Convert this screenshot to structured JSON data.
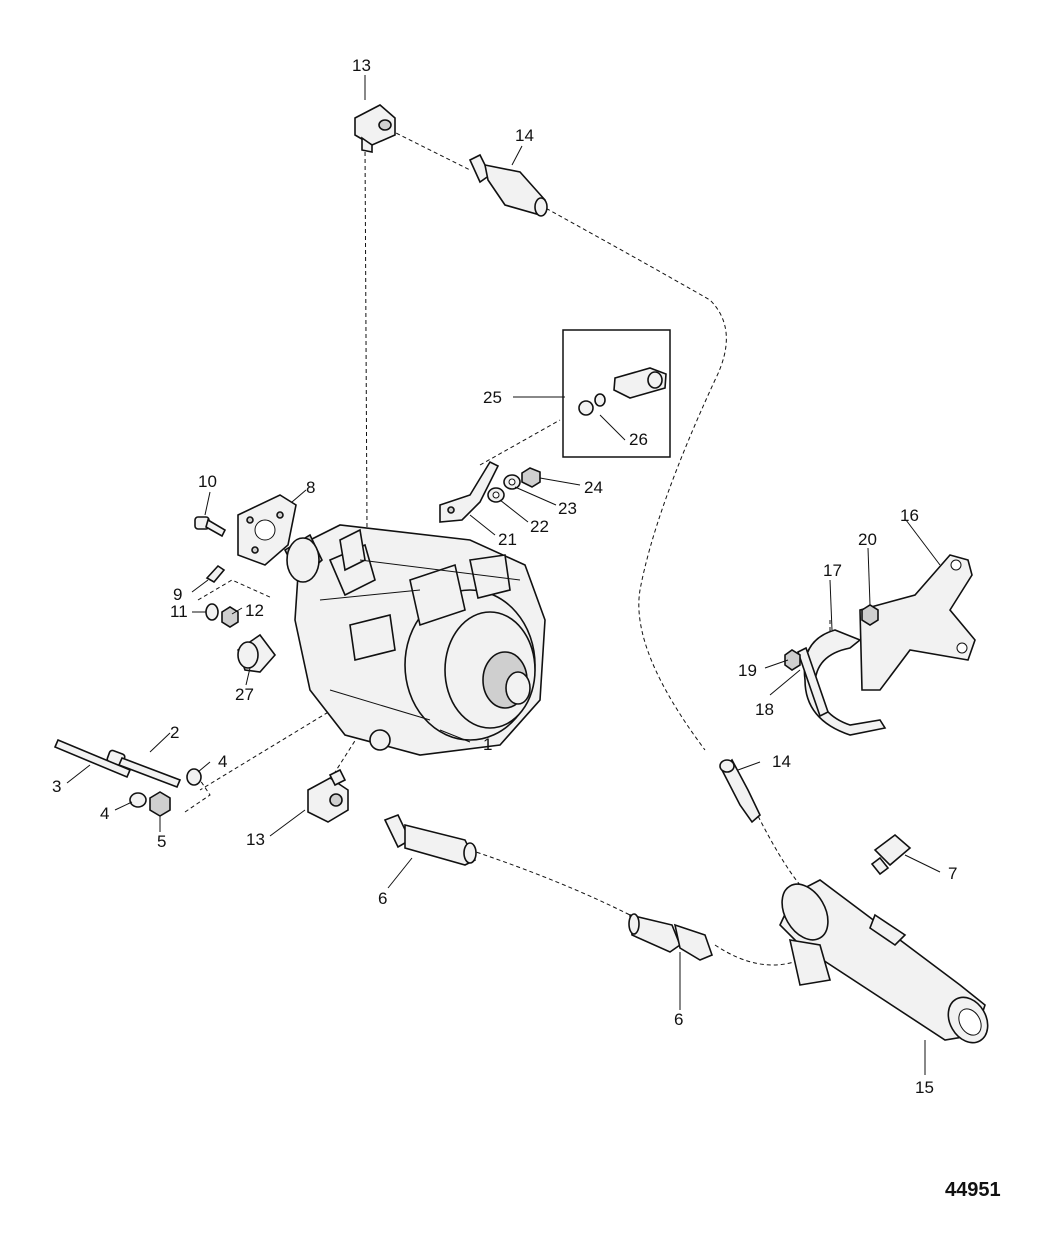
{
  "figure_number": "44951",
  "callouts": {
    "c1": "1",
    "c2": "2",
    "c3": "3",
    "c4a": "4",
    "c4b": "4",
    "c5": "5",
    "c6a": "6",
    "c6b": "6",
    "c7": "7",
    "c8": "8",
    "c9": "9",
    "c10": "10",
    "c11": "11",
    "c12": "12",
    "c13a": "13",
    "c13b": "13",
    "c14a": "14",
    "c14b": "14",
    "c15": "15",
    "c16": "16",
    "c17": "17",
    "c18": "18",
    "c19": "19",
    "c20": "20",
    "c21": "21",
    "c22": "22",
    "c23": "23",
    "c24": "24",
    "c25": "25",
    "c26": "26",
    "c27": "27"
  }
}
